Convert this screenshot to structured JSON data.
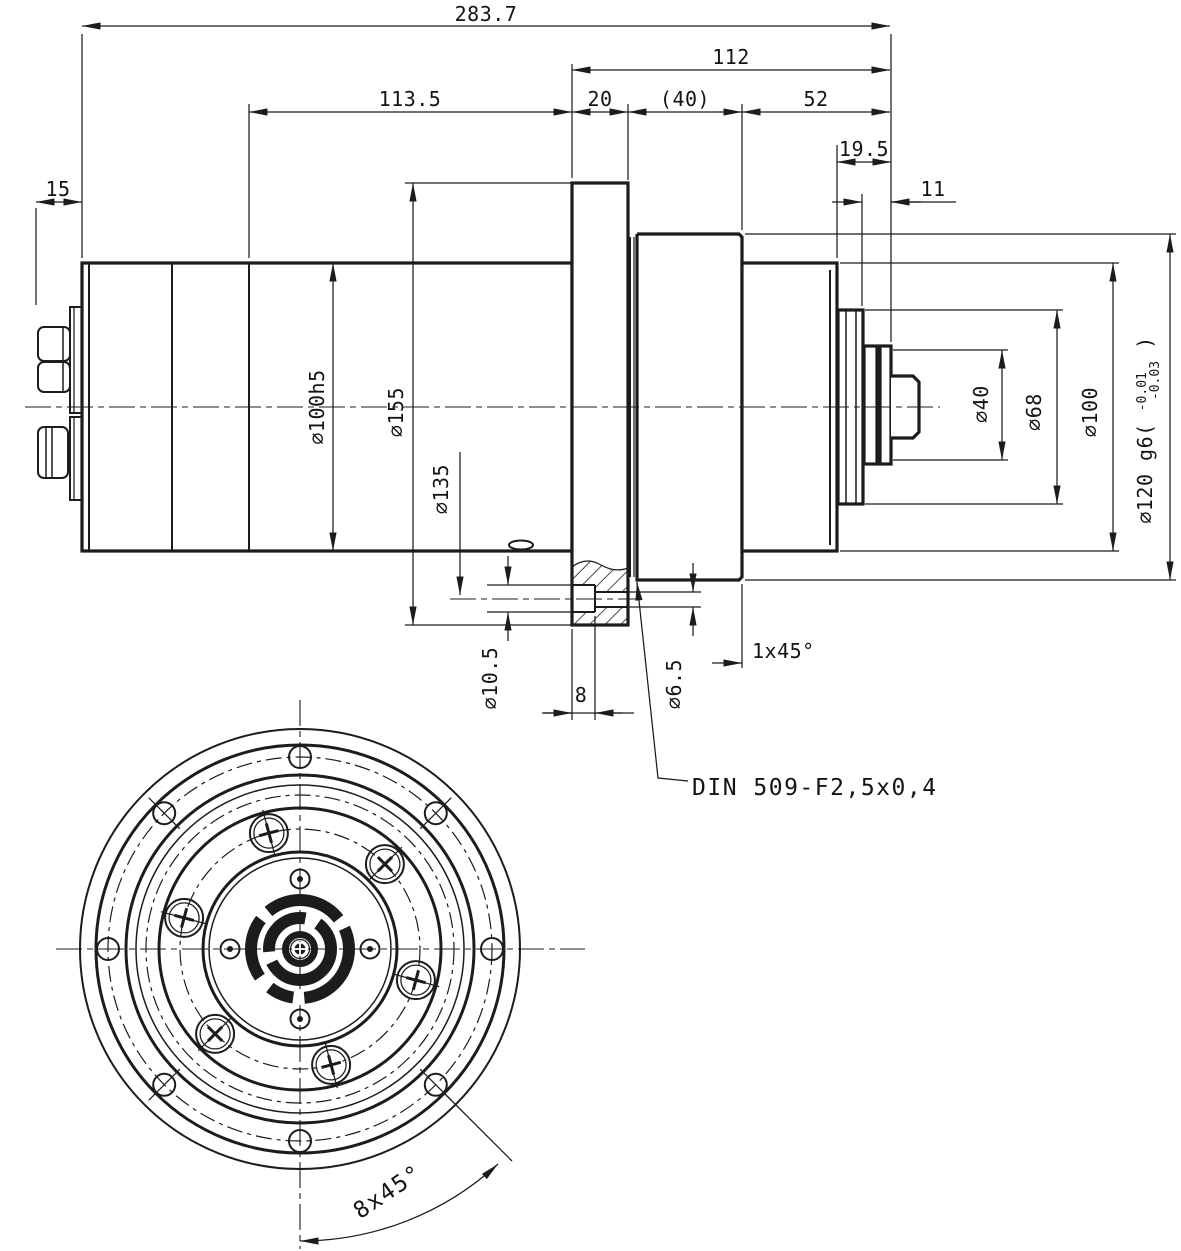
{
  "meta": {
    "background": "#ffffff",
    "line_color": "#1c1c1c"
  },
  "side_view": {
    "top_dims": {
      "overall": "283.7",
      "front": "112",
      "body": "113.5",
      "flange": "20",
      "pilot": "(40)",
      "rear": "52",
      "shaft": "19.5",
      "shaft_step": "11",
      "connector": "15"
    },
    "diameters": {
      "body": "⌀100h5",
      "flange": "⌀155",
      "bolt_circle": "⌀135",
      "counterbore": "⌀10.5",
      "through_hole": "⌀6.5",
      "shaft": "⌀40",
      "spacer": "⌀68",
      "rear": "⌀100",
      "pilot_prefix": "⌀120 g6(",
      "pilot_tol_upper": "-0.01",
      "pilot_tol_lower": "-0.03",
      "pilot_suffix": ")"
    },
    "notes": {
      "counterbore_depth": "8",
      "chamfer": "1x45°",
      "undercut": "DIN 509-F2,5x0,4"
    }
  },
  "front_view": {
    "dims": {
      "hole_pattern": "8x45°"
    }
  }
}
